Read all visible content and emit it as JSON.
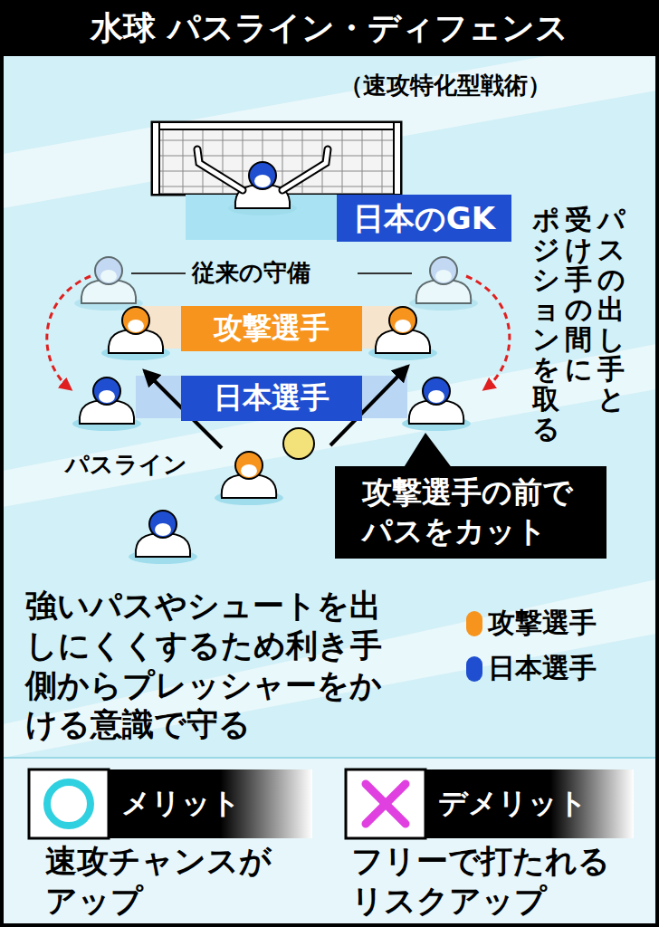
{
  "diagram": {
    "title": "水球 パスライン・ディフェンス",
    "nodes": [
      {
        "text": [
          "水球 パスライン・ディフェンス"
        ]
      },
      {
        "text": [
          "日本のGK"
        ]
      },
      {
        "text": [
          "攻撃選手"
        ]
      },
      {
        "text": [
          "日本選手"
        ]
      },
      {
        "text": [
          "攻撃選手の前で パスをカット"
        ]
      },
      {
        "text": [
          "メリット"
        ]
      },
      {
        "text": [
          "デメリット"
        ]
      }
    ],
    "labels": [
      "（速攻特化型戦術）",
      "従来の守備",
      "パスの出し手と 受け手の間に ポジションを取る",
      "パスライン",
      "強いパスやシュートを出しにくくするため利き手側からプレッシャーをかける意識で守る",
      "速攻チャンスが アップ",
      "フリーで打たれる リスクアップ"
    ],
    "legend": [
      {
        "text": "攻撃選手",
        "color": "#f7941d"
      },
      {
        "text": "日本選手",
        "color": "#1f4fd0"
      }
    ]
  }
}
